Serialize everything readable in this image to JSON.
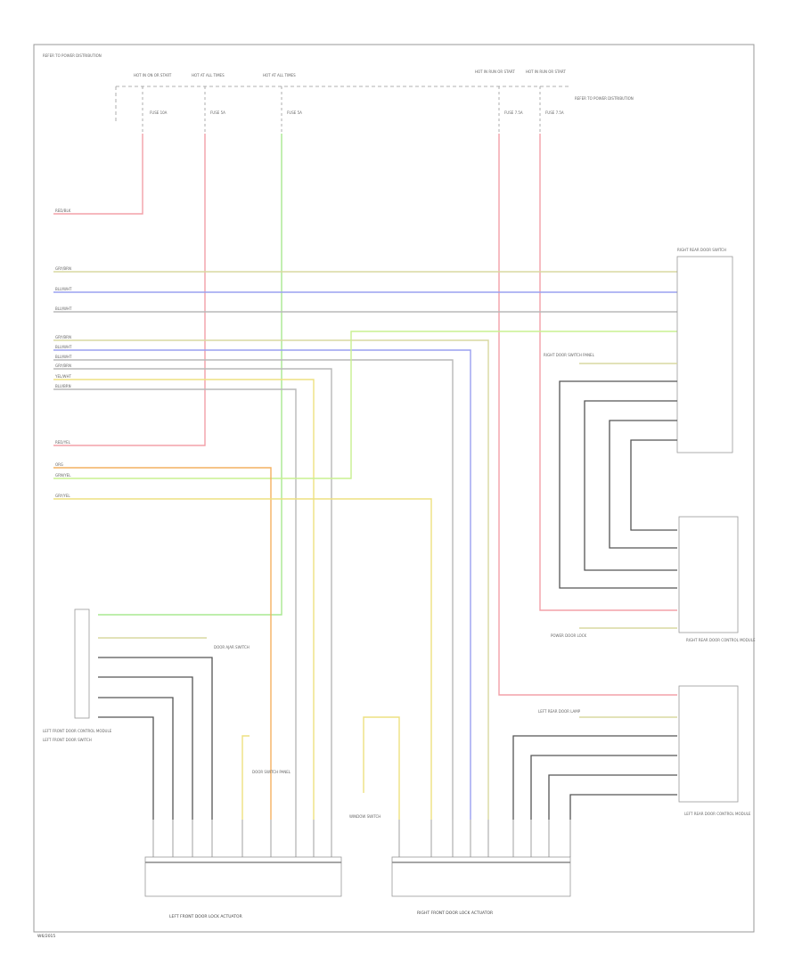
{
  "footer": {
    "code": "W6/2015"
  },
  "labels": {
    "ref_top": "REFER TO POWER DISTRIBUTION",
    "ignition_left": "HOT IN ON OR START",
    "hot_run1": "HOT AT ALL TIMES",
    "hot_run2": "HOT AT ALL TIMES",
    "hot_right1": "HOT IN RUN OR START",
    "hot_right2": "HOT IN RUN OR START",
    "fuse_a": "FUSE 10A",
    "fuse_b": "FUSE 5A",
    "fuse_c": "FUSE 5A",
    "fuse_d": "FUSE 7.5A",
    "fuse_e": "FUSE 7.5A",
    "note_right": "REFER TO POWER DISTRIBUTION",
    "right_sw_top": "RIGHT REAR DOOR SWITCH",
    "right_sw_lamp": "RIGHT DOOR SWITCH PANEL",
    "rr_module": "RIGHT REAR DOOR CONTROL MODULE",
    "rr_power": "POWER DOOR LOCK",
    "lr_module": "LEFT REAR DOOR CONTROL MODULE",
    "left_lamp": "LEFT REAR DOOR LAMP",
    "left_sw": "LEFT FRONT DOOR SWITCH",
    "door_warn": "DOOR AJAR SWITCH",
    "left_front_ctrl": "LEFT FRONT DOOR CONTROL MODULE",
    "lf_lock": "LEFT FRONT DOOR LOCK ACTUATOR",
    "rf_lock": "RIGHT FRONT DOOR LOCK ACTUATOR",
    "lf_sw_panel": "DOOR SWITCH PANEL",
    "lf_window": "WINDOW SWITCH"
  },
  "wire_labels": [
    "RED/BLK",
    "GRY/BRN",
    "BLU/WHT",
    "BLU/WHT",
    "GRY/BRN",
    "BLU/WHT",
    "BLU/WHT",
    "GRY/BRN",
    "YEL/WHT",
    "BLU/BRN",
    "RED/YEL",
    "ORG",
    "GRN/YEL",
    "GRY/YEL"
  ],
  "colors": {
    "red": "#f3a0a8",
    "green": "#a8e890",
    "blue": "#9aa0f0",
    "yellow": "#eee080",
    "orange": "#f4b060",
    "gray": "#b8b8b8",
    "dark": "#555555",
    "olive": "#d8d8a0",
    "lime": "#c8f090"
  }
}
